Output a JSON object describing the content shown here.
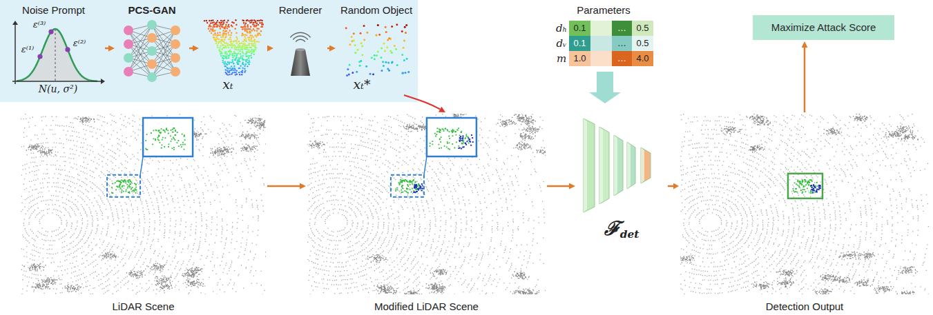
{
  "diagram": {
    "nodes": [
      {
        "text": [
          "Noise Prompt"
        ]
      },
      {
        "text": [
          "PCS-GAN"
        ]
      },
      {
        "text": [
          "xₜ"
        ]
      },
      {
        "text": [
          "Renderer"
        ]
      },
      {
        "text": [
          "Random Object",
          "xₜ*"
        ]
      },
      {
        "text": [
          "Parameters"
        ]
      },
      {
        "text": [
          "LiDAR Scene"
        ]
      },
      {
        "text": [
          "Modified LiDAR Scene"
        ]
      },
      {
        "text": [
          "ℱdet"
        ]
      },
      {
        "text": [
          "Detection Output"
        ]
      },
      {
        "text": [
          "Maximize Attack Score"
        ]
      }
    ],
    "edges": [
      {
        "from": 0,
        "to": 1,
        "arrow": "to"
      },
      {
        "from": 1,
        "to": 2,
        "arrow": "to"
      },
      {
        "from": 2,
        "to": 3,
        "arrow": "to"
      },
      {
        "from": 3,
        "to": 4,
        "arrow": "to"
      },
      {
        "from": 4,
        "to": 7,
        "arrow": "to"
      },
      {
        "from": 6,
        "to": 7,
        "arrow": "to"
      },
      {
        "from": 7,
        "to": 8,
        "arrow": "to"
      },
      {
        "from": 5,
        "to": 8,
        "arrow": "to"
      },
      {
        "from": 8,
        "to": 9,
        "arrow": "to"
      },
      {
        "from": 9,
        "to": 10,
        "arrow": "to"
      }
    ],
    "labels": [
      "ε⁽³⁾",
      "ε⁽²⁾",
      "ε⁽¹⁾",
      "N(u, σ²)",
      "dₕ",
      "0.1",
      "…",
      "0.5",
      "dᵥ",
      "0.1",
      "…",
      "0.5",
      "m",
      "1.0",
      "…",
      "4.0"
    ]
  }
}
